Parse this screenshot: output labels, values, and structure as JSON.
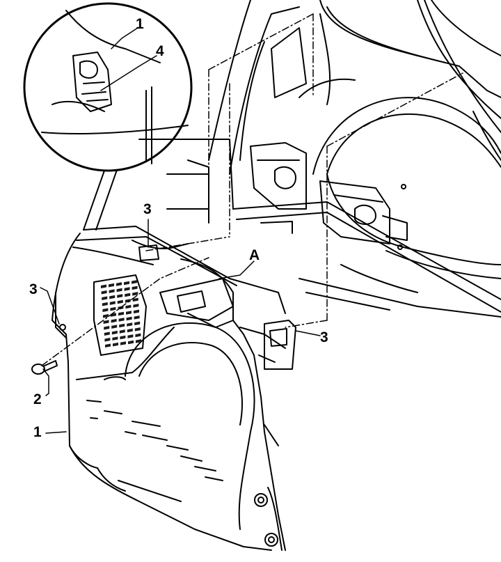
{
  "callouts": {
    "inset_part_1": "1",
    "inset_part_4": "4",
    "clip_center_3": "3",
    "clip_left_3": "3",
    "marker_a": "A",
    "clip_right_3": "3",
    "screw_2": "2",
    "trim_panel_1": "1"
  },
  "colors": {
    "line": "#000000",
    "paper": "#ffffff",
    "grille": "#1a1a1a"
  }
}
